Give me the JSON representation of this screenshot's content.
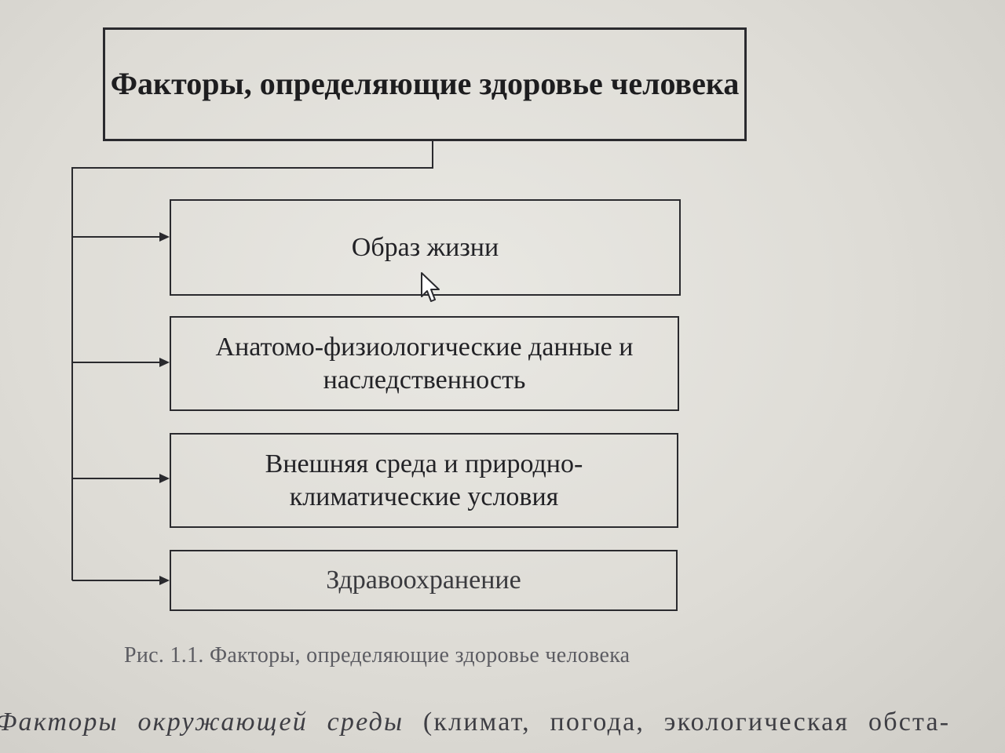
{
  "diagram": {
    "title": "Факторы, определяющие здоровье человека",
    "items": [
      {
        "label": "Образ жизни"
      },
      {
        "label": "Анатомо-физиологические данные и наследственность"
      },
      {
        "label": "Внешняя среда и природно-климатические условия"
      },
      {
        "label": "Здравоохранение"
      }
    ],
    "caption": "Рис. 1.1. Факторы, определяющие здоровье человека"
  },
  "body_text": {
    "italic_part": "Факторы окружающей среды",
    "rest": " (климат, погода, экологическая обста-"
  },
  "cursor_icon": "mouse-pointer-icon"
}
